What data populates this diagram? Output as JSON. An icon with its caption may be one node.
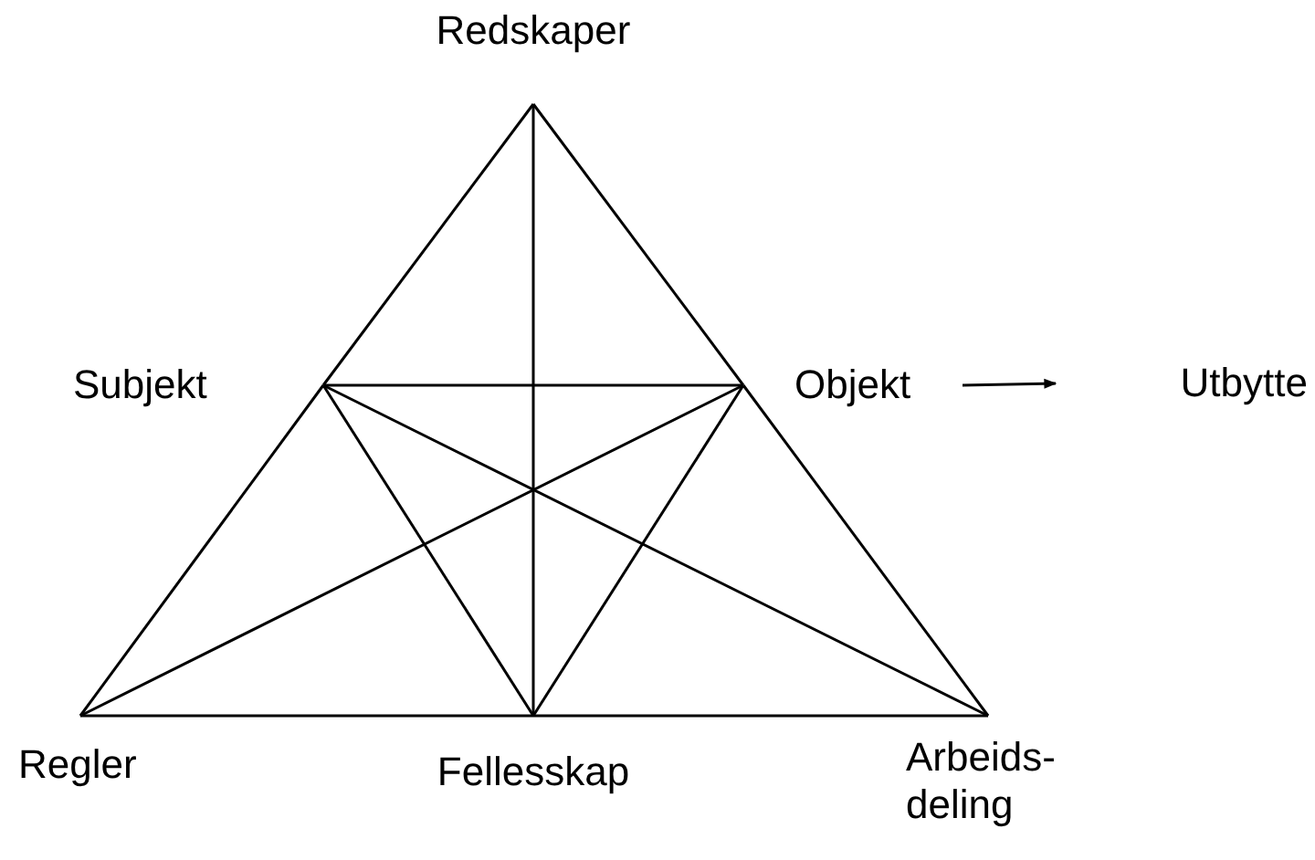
{
  "diagram": {
    "nodes": [
      {
        "text": [
          "Redskaper"
        ]
      },
      {
        "text": [
          "Subjekt"
        ]
      },
      {
        "text": [
          "Objekt"
        ]
      },
      {
        "text": [
          "Utbytte"
        ]
      },
      {
        "text": [
          "Regler"
        ]
      },
      {
        "text": [
          "Fellesskap"
        ]
      },
      {
        "text": [
          "Arbeids- deling"
        ]
      }
    ],
    "edges": [
      {
        "from": 0,
        "to": 1,
        "arrow": "none"
      },
      {
        "from": 0,
        "to": 2,
        "arrow": "none"
      },
      {
        "from": 0,
        "to": 5,
        "arrow": "none"
      },
      {
        "from": 1,
        "to": 2,
        "arrow": "none"
      },
      {
        "from": 2,
        "to": 3,
        "arrow": "to"
      },
      {
        "from": 1,
        "to": 4,
        "arrow": "none"
      },
      {
        "from": 1,
        "to": 5,
        "arrow": "none"
      },
      {
        "from": 1,
        "to": 6,
        "arrow": "none"
      },
      {
        "from": 2,
        "to": 4,
        "arrow": "none"
      },
      {
        "from": 2,
        "to": 5,
        "arrow": "none"
      },
      {
        "from": 2,
        "to": 6,
        "arrow": "none"
      },
      {
        "from": 4,
        "to": 5,
        "arrow": "none"
      },
      {
        "from": 5,
        "to": 6,
        "arrow": "none"
      }
    ]
  }
}
